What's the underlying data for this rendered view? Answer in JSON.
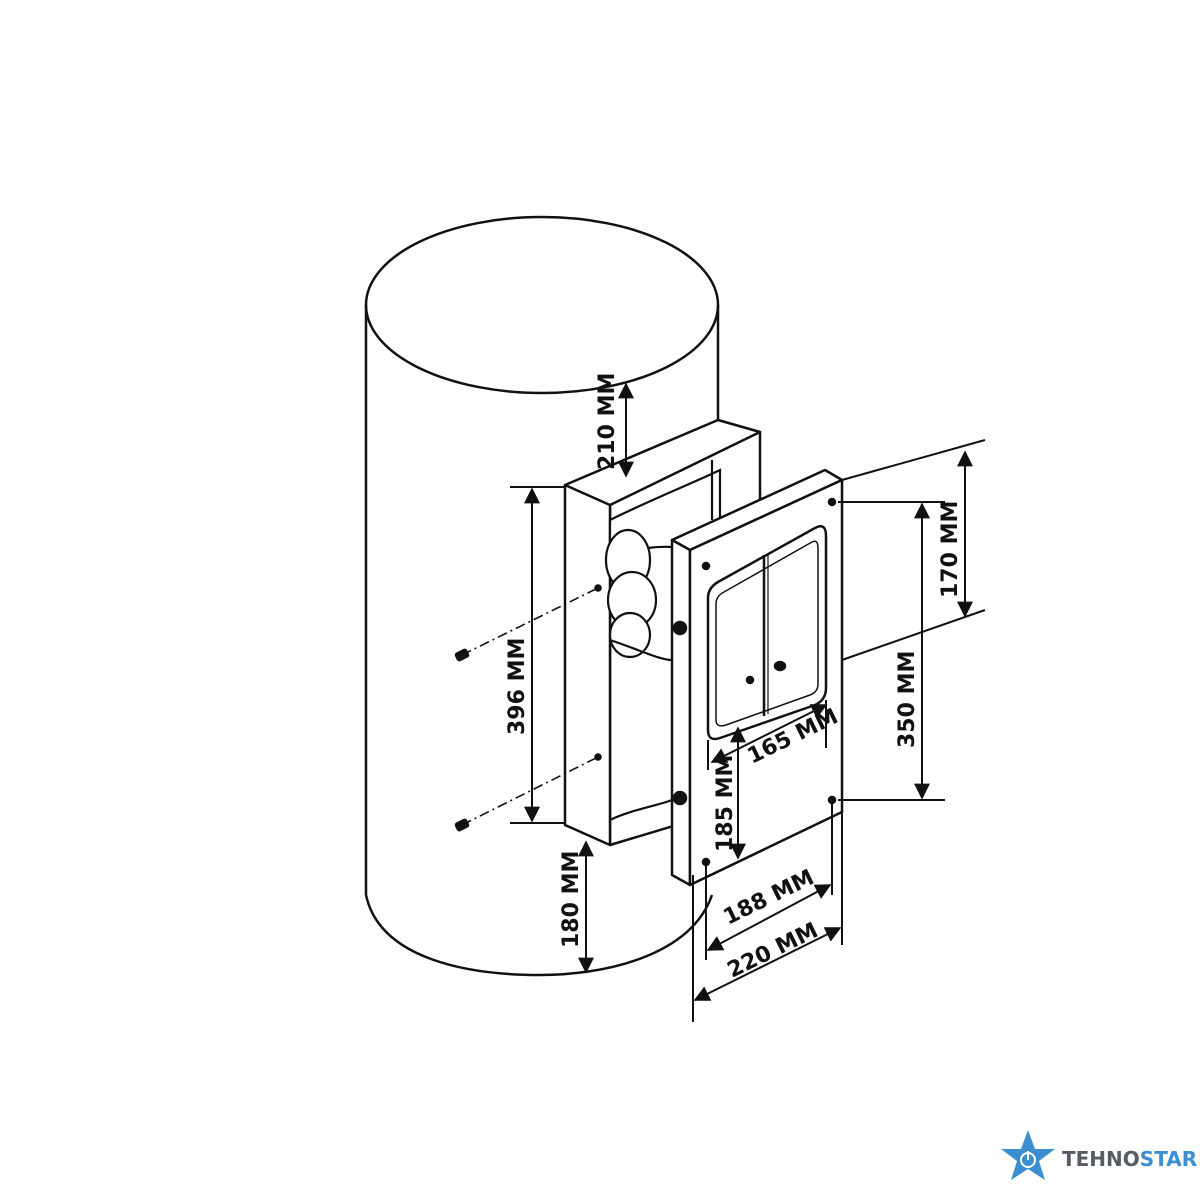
{
  "diagram": {
    "dimensions": {
      "d210": "210 MM",
      "d396": "396 MM",
      "d180": "180 MM",
      "d170": "170 MM",
      "d350": "350 MM",
      "d165": "165 MM",
      "d185": "185 MM",
      "d188": "188 MM",
      "d220": "220 MM"
    }
  },
  "brand": {
    "name_part1": "TEHNO",
    "name_part2": "STAR",
    "color_dark": "#555c66",
    "color_accent": "#3b8fd1",
    "icon": "star-power-icon"
  },
  "colors": {
    "line": "#111111",
    "background": "#ffffff"
  }
}
